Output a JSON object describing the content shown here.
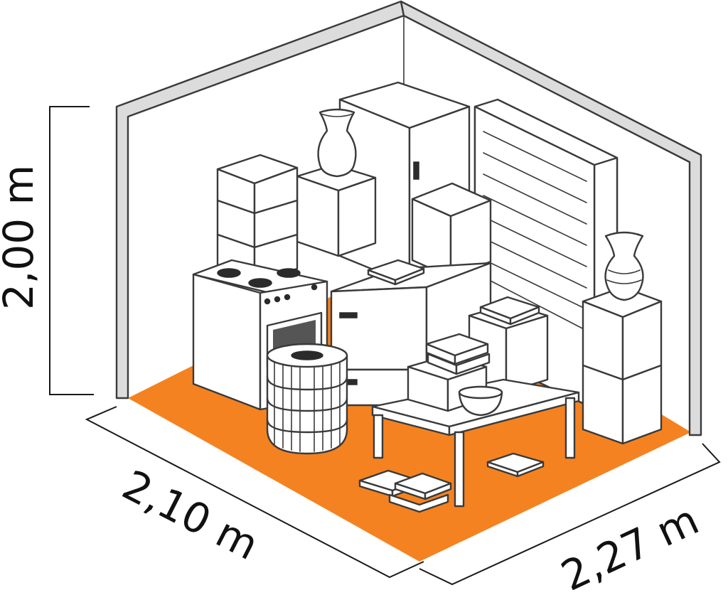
{
  "dimensions": {
    "height": "2,00 m",
    "depth": "2,10 m",
    "width": "2,27 m"
  },
  "colors": {
    "floor": "#f58220",
    "wall": "#dcdcdc",
    "outline": "#3a3a3a"
  },
  "icons": [
    "vase-icon",
    "stove-icon",
    "tire-stack-icon",
    "book-stack-icon",
    "bowl-icon",
    "box-icon",
    "table-icon",
    "panel-icon"
  ]
}
